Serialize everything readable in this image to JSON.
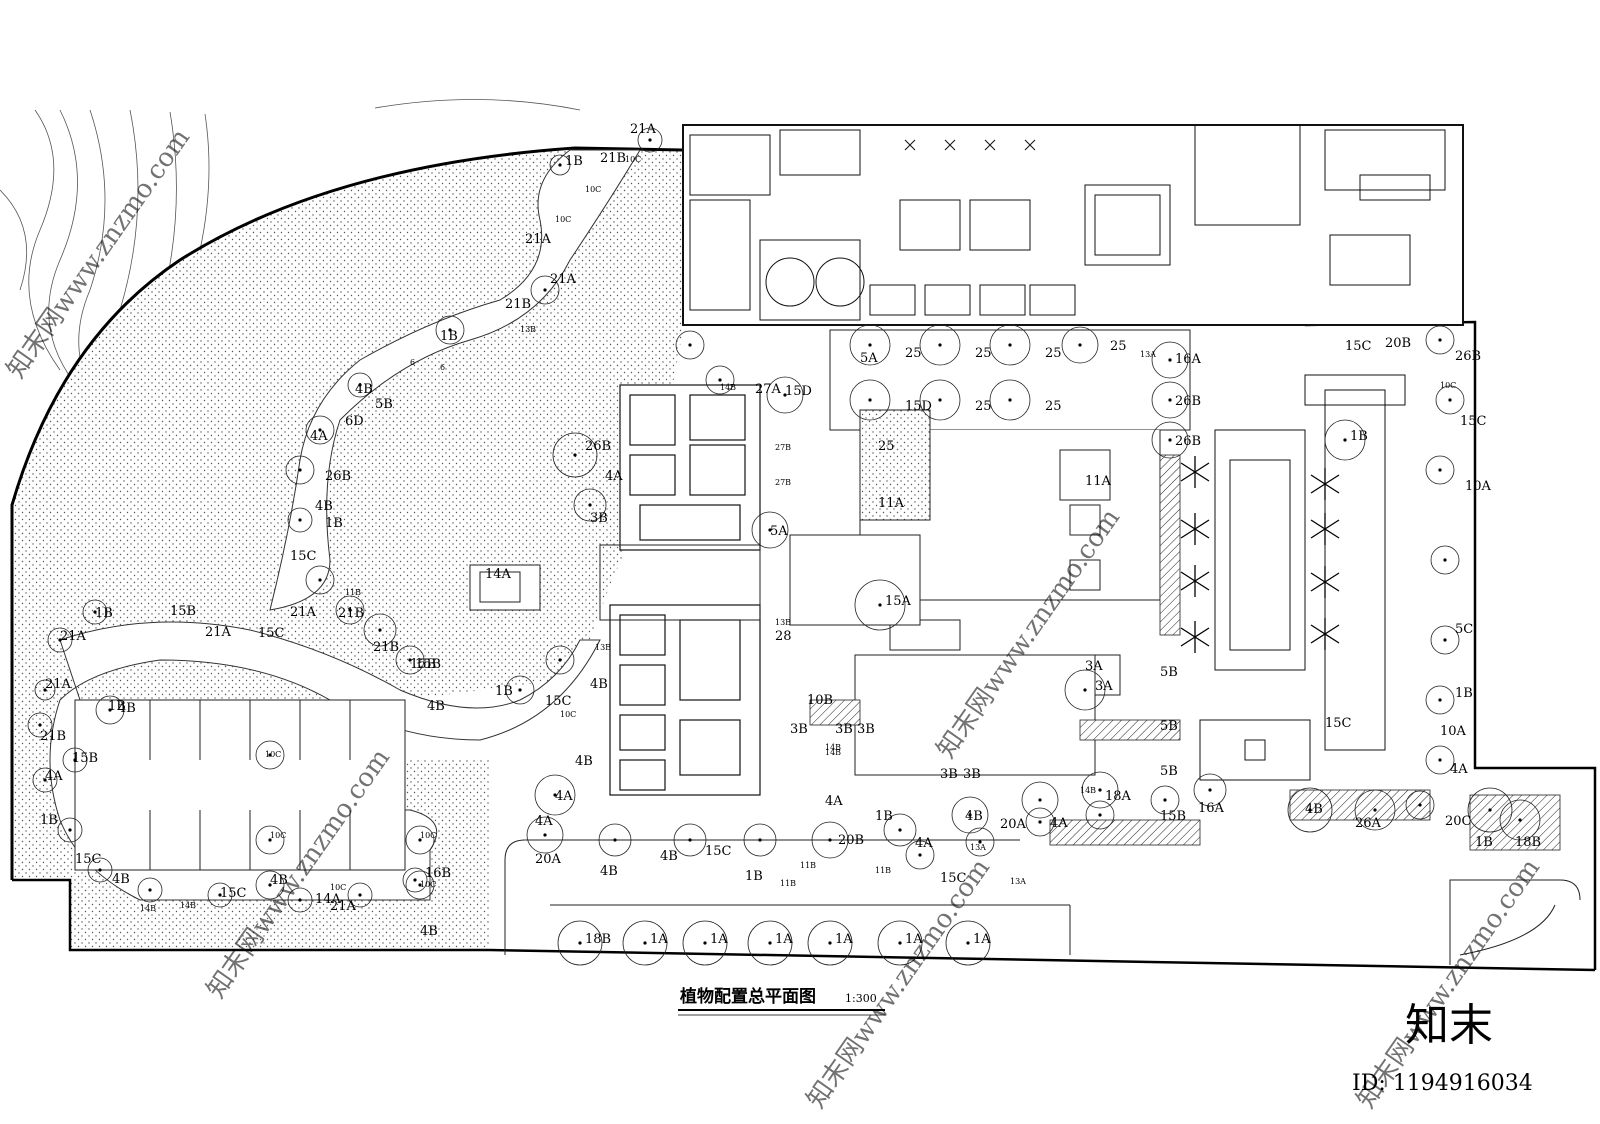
{
  "drawing": {
    "title": "植物配置总平面图",
    "scale": "1:300"
  },
  "branding": {
    "logo_text": "知末",
    "id_label": "ID: 1194916034",
    "watermark_text": "知末网www.znzmo.com"
  },
  "plant_labels": [
    {
      "text": "21A",
      "size": "lg"
    },
    {
      "text": "1B",
      "size": "lg"
    },
    {
      "text": "21B",
      "size": "lg"
    },
    {
      "text": "10C",
      "size": "sm"
    },
    {
      "text": "10C",
      "size": "sm"
    },
    {
      "text": "10C",
      "size": "sm"
    },
    {
      "text": "21A",
      "size": "lg"
    },
    {
      "text": "21A",
      "size": "lg"
    },
    {
      "text": "21B",
      "size": "lg"
    },
    {
      "text": "13B",
      "size": "sm"
    },
    {
      "text": "1B",
      "size": "lg"
    },
    {
      "text": "6",
      "size": "sm"
    },
    {
      "text": "6",
      "size": "sm"
    },
    {
      "text": "4B",
      "size": "lg"
    },
    {
      "text": "5B",
      "size": "lg"
    },
    {
      "text": "6D",
      "size": "lg"
    },
    {
      "text": "4A",
      "size": "lg"
    },
    {
      "text": "26B",
      "size": "lg"
    },
    {
      "text": "4B",
      "size": "lg"
    },
    {
      "text": "1B",
      "size": "lg"
    },
    {
      "text": "15C",
      "size": "lg"
    },
    {
      "text": "11B",
      "size": "sm"
    },
    {
      "text": "21A",
      "size": "lg"
    },
    {
      "text": "21B",
      "size": "lg"
    },
    {
      "text": "21B",
      "size": "lg"
    },
    {
      "text": "15B",
      "size": "lg"
    },
    {
      "text": "1B",
      "size": "lg"
    },
    {
      "text": "15B",
      "size": "lg"
    },
    {
      "text": "21A",
      "size": "lg"
    },
    {
      "text": "15C",
      "size": "lg"
    },
    {
      "text": "21A",
      "size": "lg"
    },
    {
      "text": "21A",
      "size": "lg"
    },
    {
      "text": "1B",
      "size": "lg"
    },
    {
      "text": "4B",
      "size": "lg"
    },
    {
      "text": "21B",
      "size": "lg"
    },
    {
      "text": "15B",
      "size": "lg"
    },
    {
      "text": "10C",
      "size": "sm"
    },
    {
      "text": "4A",
      "size": "lg"
    },
    {
      "text": "1B",
      "size": "lg"
    },
    {
      "text": "15C",
      "size": "lg"
    },
    {
      "text": "4B",
      "size": "lg"
    },
    {
      "text": "10C",
      "size": "sm"
    },
    {
      "text": "10C",
      "size": "sm"
    },
    {
      "text": "4B",
      "size": "lg"
    },
    {
      "text": "10C",
      "size": "sm"
    },
    {
      "text": "4B",
      "size": "lg"
    },
    {
      "text": "10C",
      "size": "sm"
    },
    {
      "text": "16B",
      "size": "lg"
    },
    {
      "text": "15C",
      "size": "lg"
    },
    {
      "text": "21A",
      "size": "lg"
    },
    {
      "text": "14B",
      "size": "sm"
    },
    {
      "text": "14B",
      "size": "sm"
    },
    {
      "text": "14A",
      "size": "lg"
    },
    {
      "text": "4B",
      "size": "lg"
    },
    {
      "text": "15B",
      "size": "lg"
    },
    {
      "text": "4B",
      "size": "lg"
    },
    {
      "text": "10C",
      "size": "sm"
    },
    {
      "text": "1B",
      "size": "lg"
    },
    {
      "text": "15C",
      "size": "lg"
    },
    {
      "text": "4B",
      "size": "lg"
    },
    {
      "text": "4A",
      "size": "lg"
    },
    {
      "text": "4A",
      "size": "lg"
    },
    {
      "text": "4B",
      "size": "lg"
    },
    {
      "text": "20A",
      "size": "lg"
    },
    {
      "text": "4B",
      "size": "lg"
    },
    {
      "text": "15C",
      "size": "lg"
    },
    {
      "text": "1B",
      "size": "lg"
    },
    {
      "text": "11B",
      "size": "sm"
    },
    {
      "text": "20B",
      "size": "lg"
    },
    {
      "text": "4A",
      "size": "lg"
    },
    {
      "text": "11B",
      "size": "sm"
    },
    {
      "text": "11B",
      "size": "sm"
    },
    {
      "text": "15C",
      "size": "lg"
    },
    {
      "text": "14B",
      "size": "sm"
    },
    {
      "text": "26B",
      "size": "lg"
    },
    {
      "text": "4A",
      "size": "lg"
    },
    {
      "text": "3B",
      "size": "lg"
    },
    {
      "text": "27A",
      "size": "lg"
    },
    {
      "text": "14B",
      "size": "sm"
    },
    {
      "text": "15D",
      "size": "lg"
    },
    {
      "text": "27B",
      "size": "sm"
    },
    {
      "text": "27B",
      "size": "sm"
    },
    {
      "text": "5A",
      "size": "lg"
    },
    {
      "text": "13B",
      "size": "sm"
    },
    {
      "text": "28",
      "size": "lg"
    },
    {
      "text": "13B",
      "size": "sm"
    },
    {
      "text": "10B",
      "size": "lg"
    },
    {
      "text": "3B",
      "size": "lg"
    },
    {
      "text": "3B",
      "size": "lg"
    },
    {
      "text": "3B",
      "size": "lg"
    },
    {
      "text": "14B",
      "size": "sm"
    },
    {
      "text": "4A",
      "size": "lg"
    },
    {
      "text": "1B",
      "size": "lg"
    },
    {
      "text": "4B",
      "size": "lg"
    },
    {
      "text": "20A",
      "size": "lg"
    },
    {
      "text": "4A",
      "size": "lg"
    },
    {
      "text": "3B",
      "size": "lg"
    },
    {
      "text": "3B",
      "size": "lg"
    },
    {
      "text": "13A",
      "size": "sm"
    },
    {
      "text": "13A",
      "size": "sm"
    },
    {
      "text": "14B",
      "size": "sm"
    },
    {
      "text": "18A",
      "size": "lg"
    },
    {
      "text": "15B",
      "size": "lg"
    },
    {
      "text": "16A",
      "size": "lg"
    },
    {
      "text": "5B",
      "size": "lg"
    },
    {
      "text": "5B",
      "size": "lg"
    },
    {
      "text": "5B",
      "size": "lg"
    },
    {
      "text": "3A",
      "size": "lg"
    },
    {
      "text": "3A",
      "size": "lg"
    },
    {
      "text": "15A",
      "size": "lg"
    },
    {
      "text": "14A",
      "size": "lg"
    },
    {
      "text": "5A",
      "size": "lg"
    },
    {
      "text": "25",
      "size": "lg"
    },
    {
      "text": "25",
      "size": "lg"
    },
    {
      "text": "25",
      "size": "lg"
    },
    {
      "text": "25",
      "size": "lg"
    },
    {
      "text": "13A",
      "size": "sm"
    },
    {
      "text": "15D",
      "size": "lg"
    },
    {
      "text": "25",
      "size": "lg"
    },
    {
      "text": "25",
      "size": "lg"
    },
    {
      "text": "25",
      "size": "lg"
    },
    {
      "text": "11A",
      "size": "lg"
    },
    {
      "text": "11A",
      "size": "lg"
    },
    {
      "text": "16A",
      "size": "lg"
    },
    {
      "text": "26B",
      "size": "lg"
    },
    {
      "text": "26B",
      "size": "lg"
    },
    {
      "text": "26B",
      "size": "lg"
    },
    {
      "text": "15C",
      "size": "lg"
    },
    {
      "text": "20B",
      "size": "lg"
    },
    {
      "text": "10C",
      "size": "sm"
    },
    {
      "text": "15C",
      "size": "lg"
    },
    {
      "text": "1B",
      "size": "lg"
    },
    {
      "text": "10A",
      "size": "lg"
    },
    {
      "text": "5C",
      "size": "lg"
    },
    {
      "text": "1B",
      "size": "lg"
    },
    {
      "text": "15C",
      "size": "lg"
    },
    {
      "text": "10A",
      "size": "lg"
    },
    {
      "text": "4A",
      "size": "lg"
    },
    {
      "text": "4B",
      "size": "lg"
    },
    {
      "text": "26A",
      "size": "lg"
    },
    {
      "text": "20C",
      "size": "lg"
    },
    {
      "text": "1B",
      "size": "lg"
    },
    {
      "text": "18B",
      "size": "lg"
    },
    {
      "text": "18B",
      "size": "lg"
    },
    {
      "text": "1A",
      "size": "lg"
    },
    {
      "text": "1A",
      "size": "lg"
    },
    {
      "text": "1A",
      "size": "lg"
    },
    {
      "text": "1A",
      "size": "lg"
    },
    {
      "text": "1A",
      "size": "lg"
    },
    {
      "text": "1A",
      "size": "lg"
    },
    {
      "text": "1A",
      "size": "lg"
    }
  ]
}
